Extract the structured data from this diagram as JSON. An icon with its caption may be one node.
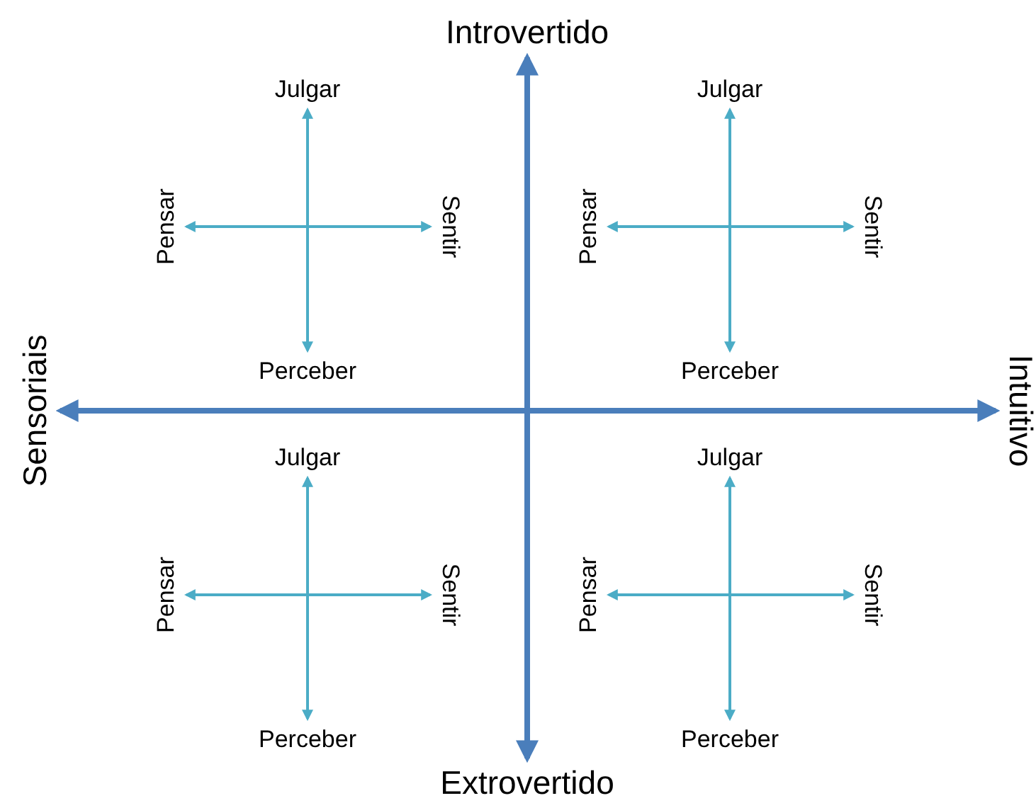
{
  "diagram": {
    "nodes": [
      {
        "text": [
          "Introvertido"
        ]
      },
      {
        "text": [
          "Sensoriais"
        ]
      },
      {
        "text": [
          "Intuitivo"
        ]
      },
      {
        "text": [
          "Extrovertido"
        ]
      },
      {
        "text": [
          "Julgar"
        ]
      },
      {
        "text": [
          "Pensar"
        ]
      },
      {
        "text": [
          "Sentir"
        ]
      },
      {
        "text": [
          "Perceber"
        ]
      },
      {
        "text": [
          "Julgar"
        ]
      },
      {
        "text": [
          "Pensar"
        ]
      },
      {
        "text": [
          "Sentir"
        ]
      },
      {
        "text": [
          "Perceber"
        ]
      },
      {
        "text": [
          "Julgar"
        ]
      },
      {
        "text": [
          "Pensar"
        ]
      },
      {
        "text": [
          "Sentir"
        ]
      },
      {
        "text": [
          "Perceber"
        ]
      },
      {
        "text": [
          "Julgar"
        ]
      },
      {
        "text": [
          "Pensar"
        ]
      },
      {
        "text": [
          "Sentir"
        ]
      },
      {
        "text": [
          "Perceber"
        ]
      }
    ],
    "edges": [
      {
        "from": 0,
        "to": 3,
        "arrow": "both",
        "style": "thick",
        "color": "#4a7ebb"
      },
      {
        "from": 1,
        "to": 2,
        "arrow": "both",
        "style": "thick",
        "color": "#4a7ebb"
      },
      {
        "from": 4,
        "to": 7,
        "arrow": "both"
      },
      {
        "from": 5,
        "to": 6,
        "arrow": "both"
      },
      {
        "from": 8,
        "to": 11,
        "arrow": "both"
      },
      {
        "from": 9,
        "to": 10,
        "arrow": "both"
      },
      {
        "from": 12,
        "to": 15,
        "arrow": "both"
      },
      {
        "from": 13,
        "to": 14,
        "arrow": "both"
      },
      {
        "from": 16,
        "to": 19,
        "arrow": "both"
      },
      {
        "from": 17,
        "to": 18,
        "arrow": "both"
      }
    ]
  }
}
